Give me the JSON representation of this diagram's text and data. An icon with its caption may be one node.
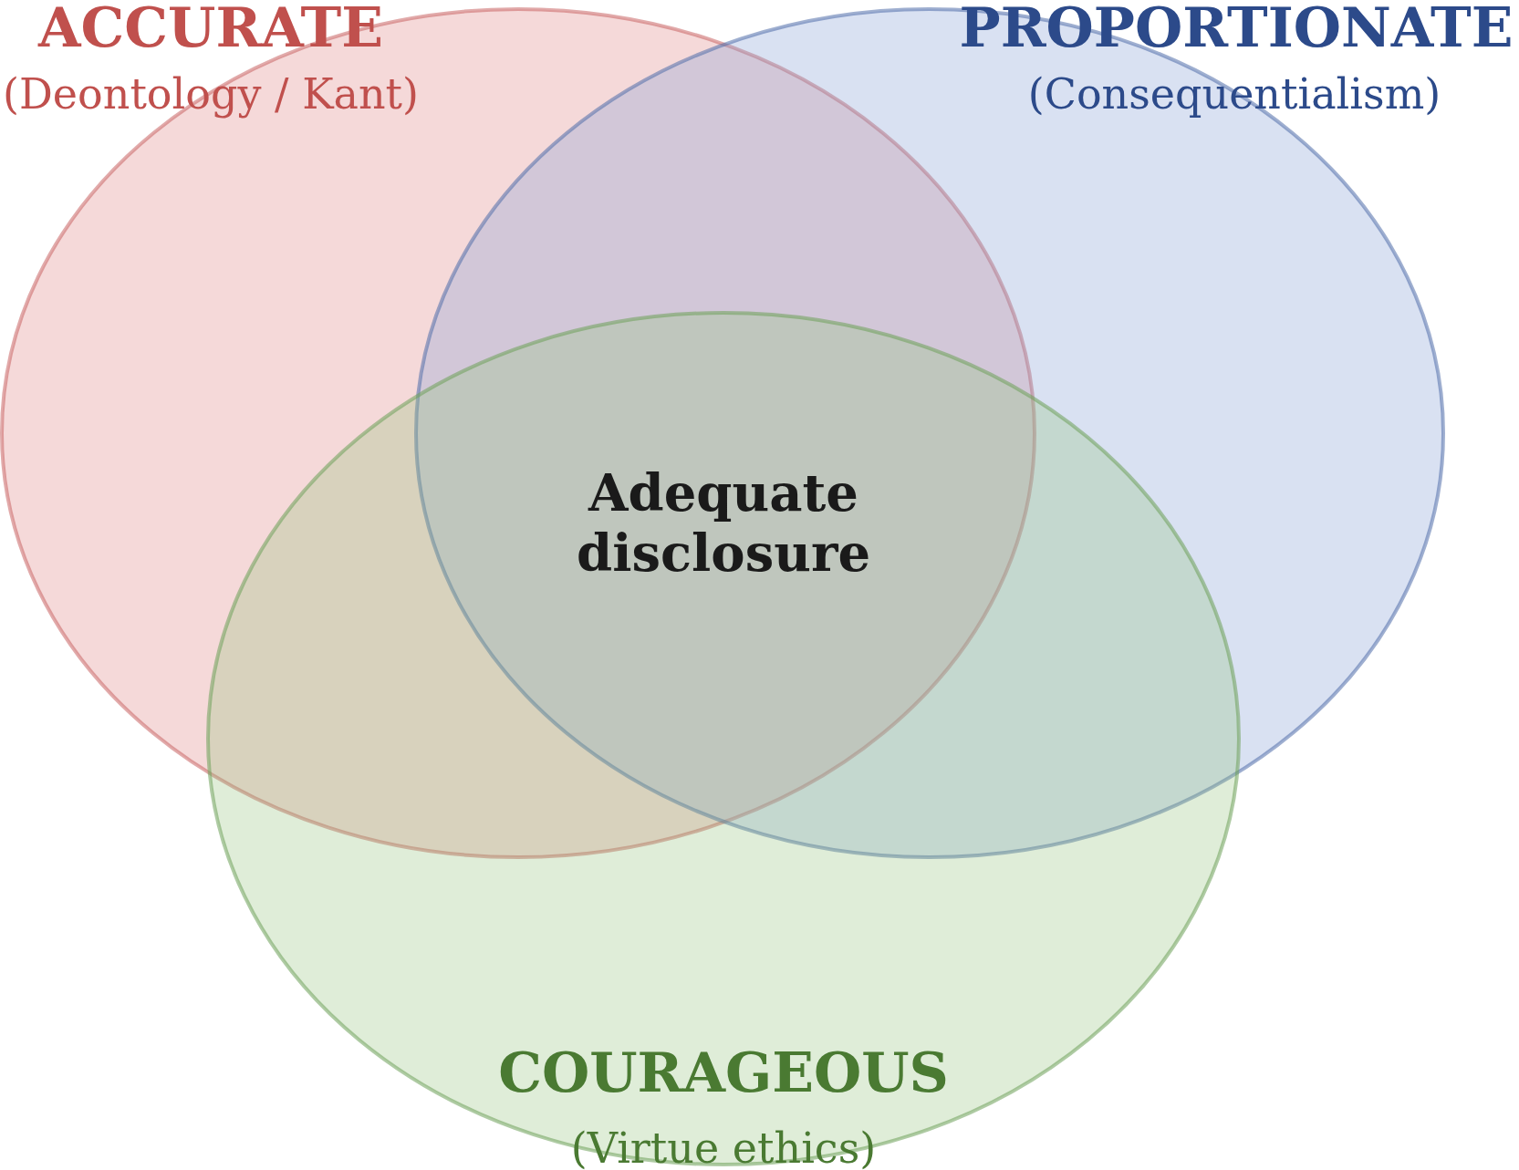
{
  "diagram": {
    "nodes": [
      {
        "text": [
          "ACCURATE",
          "(Deontology / Kant)"
        ]
      },
      {
        "text": [
          "PROPORTIONATE",
          "(Consequentialism)"
        ]
      },
      {
        "text": [
          "COURAGEOUS",
          "(Virtue ethics)"
        ]
      },
      {
        "text": [
          "Adequate disclosure"
        ]
      }
    ]
  }
}
